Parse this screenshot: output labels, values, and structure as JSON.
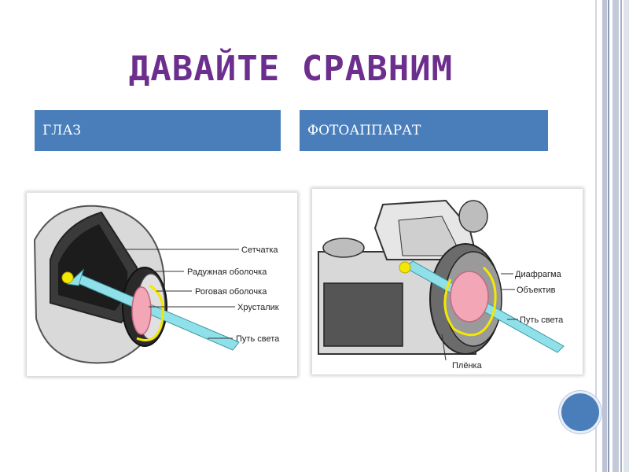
{
  "slide": {
    "title": "ДАВАЙТЕ СРАВНИМ",
    "left_header": "ГЛАЗ",
    "right_header": "ФОТОАППАРАТ"
  },
  "eye": {
    "labels": [
      "Сетчатка",
      "Радужная оболочка",
      "Роговая оболочка",
      "Хрусталик",
      "Путь света"
    ]
  },
  "camera": {
    "labels": [
      "Диафрагма",
      "Объектив",
      "Путь света",
      "Плёнка"
    ]
  },
  "colors": {
    "title": "#6d2f8e",
    "header_bg": "#4a7ebb",
    "lens_pink": "#f2a6b6",
    "light_ray": "#8fe0e8",
    "highlight_yellow": "#f5e800"
  }
}
